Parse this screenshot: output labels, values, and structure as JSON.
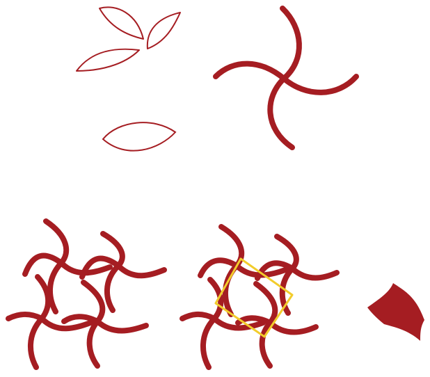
{
  "colors": {
    "background": "#ffffff",
    "stroke": "#a51d22",
    "highlight": "#f2cc2c"
  },
  "figure": {
    "panels": [
      {
        "name": "three-petal-outlines"
      },
      {
        "name": "single-lens-outline"
      },
      {
        "name": "pinwheel-motif"
      },
      {
        "name": "four-pinwheel-tiling"
      },
      {
        "name": "tiling-with-highlighted-tile"
      },
      {
        "name": "extracted-tile"
      }
    ]
  }
}
